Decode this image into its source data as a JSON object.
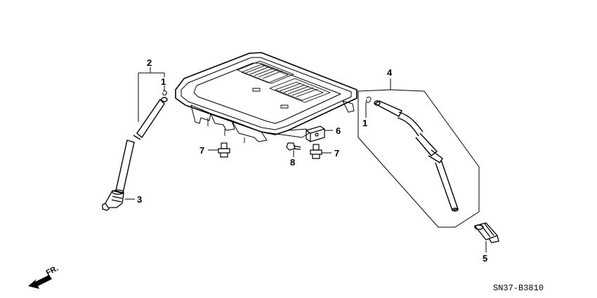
{
  "callouts": {
    "c2": "2",
    "c1_left": "1",
    "c3": "3",
    "c7_left": "7",
    "c8": "8",
    "c7_right": "7",
    "c6": "6",
    "c4": "4",
    "c1_right": "1",
    "c5": "5"
  },
  "front_indicator": "FR.",
  "diagram_code": "SN37-B3810"
}
